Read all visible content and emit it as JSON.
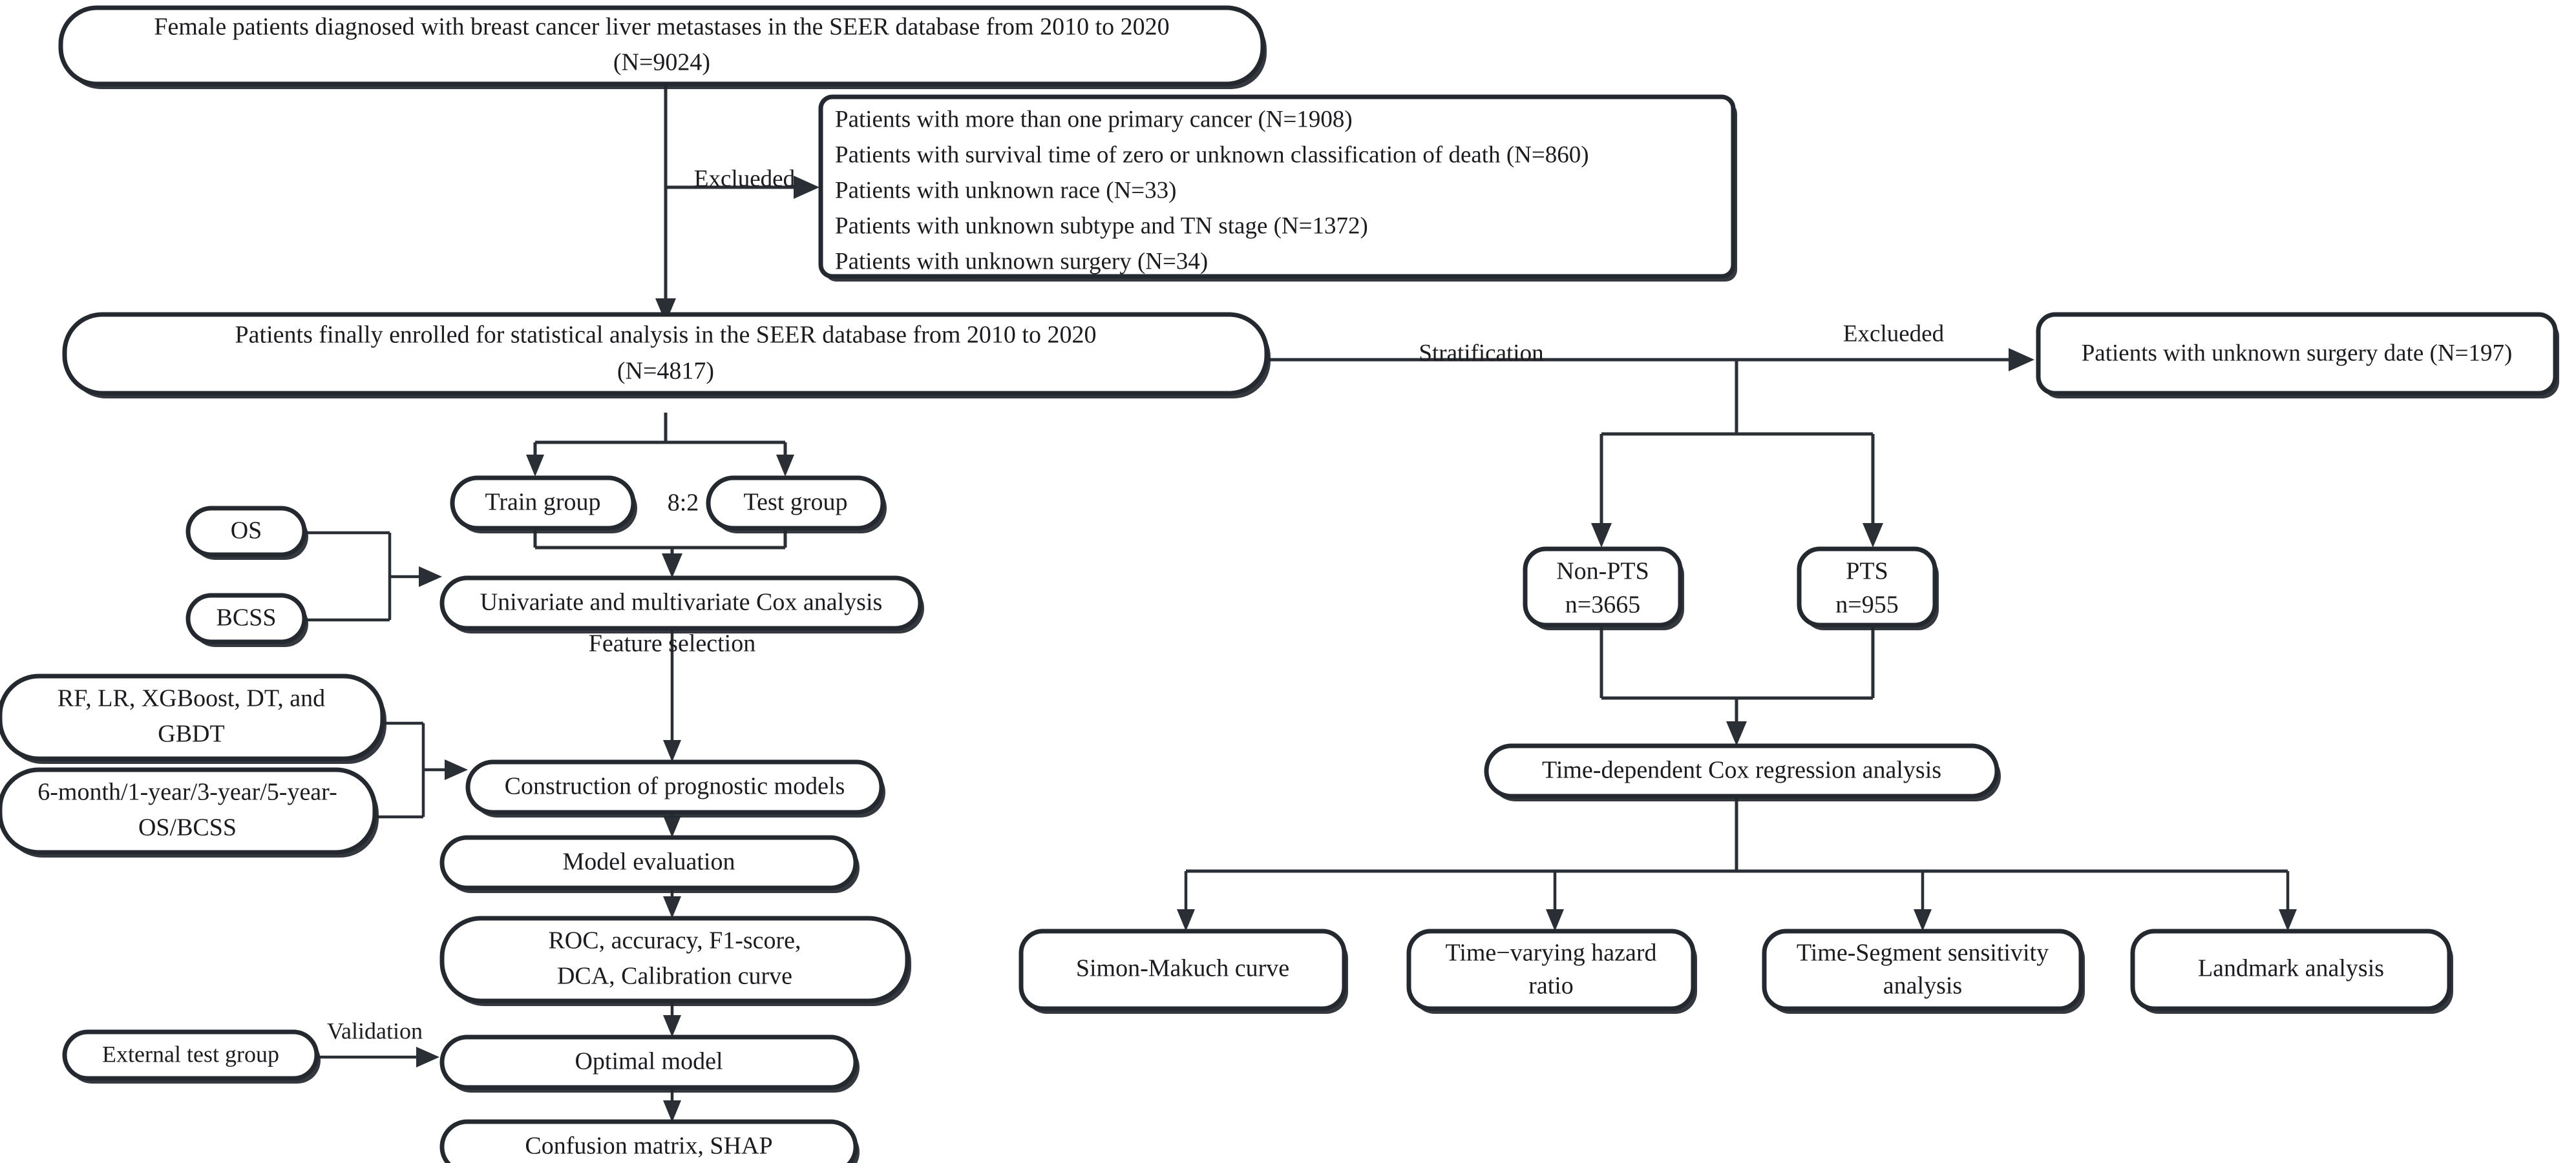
{
  "diagram": {
    "title": "Study flowchart of breast cancer liver metastases analysis",
    "colors": {
      "border": "#24282f",
      "edge": "#2a2e35",
      "text": "#1c1c20",
      "background": "#ffffff"
    }
  },
  "nodes": {
    "cohort_source_line1": "Female patients diagnosed with breast cancer liver metastases in the SEER database from 2010 to 2020",
    "cohort_source_line2": "(N=9024)",
    "exclusion_criteria": [
      "Patients with more than one primary cancer (N=1908)",
      "Patients with survival time of zero or unknown classification of death (N=860)",
      "Patients with unknown race (N=33)",
      "Patients with unknown subtype and TN stage (N=1372)",
      "Patients with unknown surgery (N=34)"
    ],
    "enrolled_line1": "Patients finally enrolled for statistical analysis in the SEER database from 2010 to 2020",
    "enrolled_line2": "(N=4817)",
    "unknown_surgery_date": "Patients with unknown surgery date (N=197)",
    "train_group": "Train group",
    "test_group": "Test group",
    "split_ratio": "8:2",
    "os": "OS",
    "bcss": "BCSS",
    "cox_analysis": "Univariate and multivariate Cox analysis",
    "ml_models_line1": "RF, LR, XGBoost, DT, and",
    "ml_models_line2": "GBDT",
    "endpoints_line1": "6-month/1-year/3-year/5-year-",
    "endpoints_line2": "OS/BCSS",
    "construction": "Construction of prognostic models",
    "model_evaluation": "Model evaluation",
    "metrics_line1": "ROC, accuracy, F1-score,",
    "metrics_line2": "DCA, Calibration curve",
    "external_test_group": "External test group",
    "optimal_model": "Optimal model",
    "confusion_shap": "Confusion matrix, SHAP",
    "non_pts_line1": "Non-PTS",
    "non_pts_line2": "n=3665",
    "pts_line1": "PTS",
    "pts_line2": "n=955",
    "time_dependent_cox": "Time-dependent Cox regression analysis",
    "simon_makuch": "Simon-Makuch curve",
    "time_varying_hr_line1": "Time−varying hazard",
    "time_varying_hr_line2": "ratio",
    "time_segment_line1": "Time-Segment sensitivity",
    "time_segment_line2": "analysis",
    "landmark_analysis": "Landmark analysis"
  },
  "edge_labels": {
    "excluded_top": "Exclueded",
    "stratification": "Stratification",
    "excluded_right": "Exclueded",
    "feature_selection": "Feature selection",
    "validation": "Validation"
  }
}
